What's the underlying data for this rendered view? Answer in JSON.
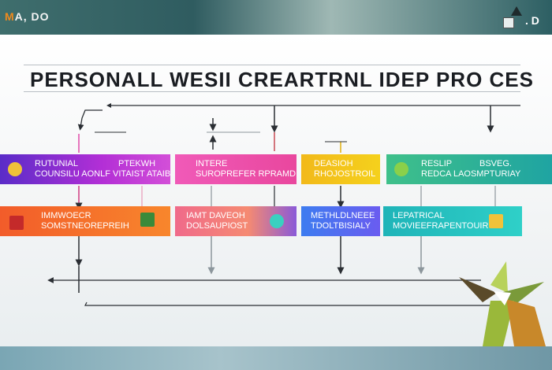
{
  "header": {
    "brand_first": "M",
    "brand_rest": "A, DO",
    "mark": ". D"
  },
  "diagram": {
    "title": "PERSONALL WESII CREАRTRNL IDEP PRO CES"
  },
  "boxes": {
    "purple": {
      "line1": "RUTUNIAL",
      "line2": "COUNSILU AONLF VITAIST ATAIB",
      "line3": "PTEKWH"
    },
    "pink": {
      "line1": "INTERE",
      "line2": "SUROPREFER RPRAMD"
    },
    "yellow": {
      "line1": "DEASIOH",
      "line2": "RHOJOSTROIL"
    },
    "green": {
      "line1": "RESLIP",
      "line2": "REDCA LAOSMPTURIAY",
      "line3": "BSVEG."
    },
    "orange": {
      "line1": "IMMWOECR",
      "line2": "SOMSTNEOREPREIH"
    },
    "rose": {
      "line1": "IAMT DAVEOH",
      "line2": "DOLSAUPIOST"
    },
    "blue": {
      "line1": "METHLDLNEEE",
      "line2": "TDOLTBISIALY"
    },
    "teal": {
      "line1": "LEPATRICAL",
      "line2": "MOVIEEFRAPENTOUIR"
    }
  },
  "colors": {
    "accent_orange": "#f08a1c",
    "line_dark": "#2a2e33",
    "purple": "#8a2ed0",
    "pink": "#ee5ab0",
    "yellow": "#f4c51a",
    "green": "#2fb895",
    "orange": "#f47a2a",
    "blue": "#4f6cf0",
    "teal": "#25c2c0"
  }
}
